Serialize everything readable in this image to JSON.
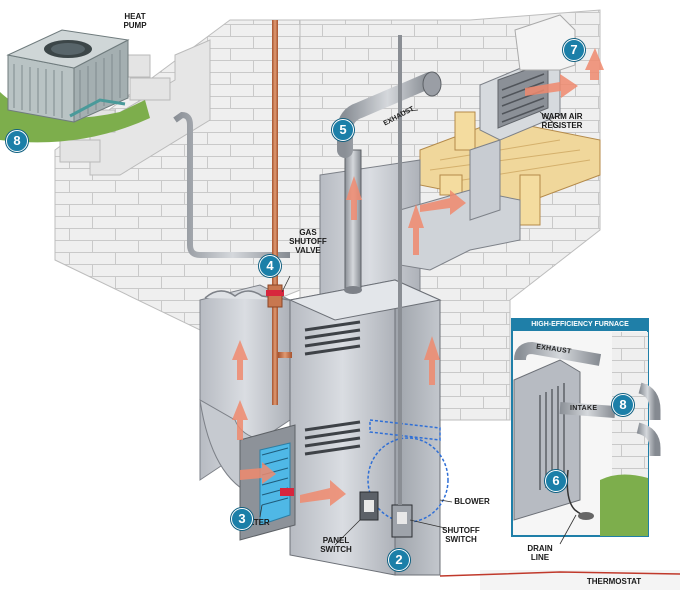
{
  "colors": {
    "badge": "#1b7fa8",
    "airflow": "#f08a6e",
    "inset_header": "#1f7fa8",
    "brick": "#efefef",
    "metal": "#c9ccd1",
    "copper": "#c8774f",
    "grass": "#7dae4c",
    "filter": "#4fb8e6",
    "wood": "#f0d79b",
    "thermostat_bar": "#c0392b"
  },
  "labels": {
    "heat_pump": "HEAT\nPUMP",
    "gas_valve": "GAS\nSHUTOFF\nVALVE",
    "exhaust": "EXHAUST",
    "warm_air_register": "WARM AIR\nREGISTER",
    "filter": "FILTER",
    "panel_switch": "PANEL\nSWITCH",
    "shutoff_switch": "SHUTOFF\nSWITCH",
    "blower": "BLOWER",
    "drain_line": "DRAIN\nLINE",
    "thermostat": "THERMOSTAT"
  },
  "inset": {
    "title": "HIGH-EFFICIENCY FURNACE",
    "exhaust_tag": "EXHAUST",
    "intake_tag": "INTAKE"
  },
  "callouts": {
    "heat_pump": "8",
    "filter": "3",
    "shutoff_switch": "2",
    "gas_valve": "4",
    "exhaust_pipe": "5",
    "register": "7",
    "inset_pipes": "8",
    "drain": "6"
  },
  "icons": [
    "airflow-arrow-icon"
  ]
}
